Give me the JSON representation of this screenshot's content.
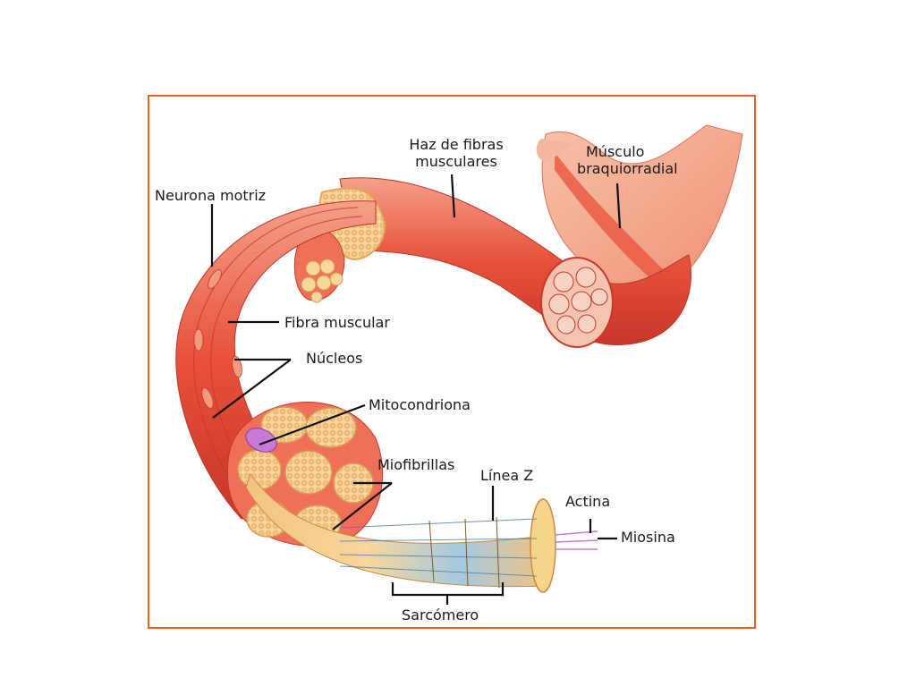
{
  "diagram": {
    "labels": {
      "neurona_motriz": "Neurona motriz",
      "haz_line1": "Haz de fibras",
      "haz_line2": "musculares",
      "musculo_line1": "Músculo",
      "musculo_line2": "braquiorradial",
      "fibra_muscular": "Fibra muscular",
      "nucleos": "Núcleos",
      "mitocondriona": "Mitocondriona",
      "miofibrillas": "Miofibrillas",
      "linea_z": "Línea Z",
      "actina": "Actina",
      "miosina": "Miosina",
      "sarcomero": "Sarcómero"
    },
    "colors": {
      "frame": "#e8622c",
      "muscle": "#e8503a",
      "muscle_light": "#f29a7e",
      "fascicle": "#f5c98a",
      "mitochondrion": "#c77ad6"
    }
  }
}
